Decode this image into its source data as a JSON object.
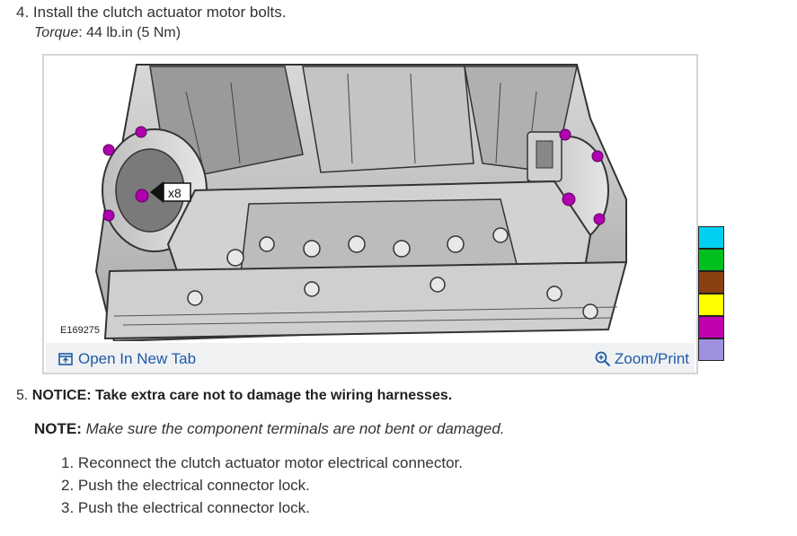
{
  "step4": {
    "number": "4.",
    "text": "Install the clutch actuator motor bolts.",
    "torque_label": "Torque",
    "torque_value": ": 44 lb.in (5 Nm)"
  },
  "figure": {
    "code": "E169275",
    "callout": "x8",
    "open_tab_label": "Open In New Tab",
    "zoom_label": "Zoom/Print"
  },
  "swatches": [
    "#00d0f0",
    "#00c020",
    "#8b4010",
    "#ffff00",
    "#c000b0",
    "#a090e0"
  ],
  "step5": {
    "number": "5.",
    "notice": "NOTICE: Take extra care not to damage the wiring harnesses."
  },
  "note": {
    "label": "NOTE:",
    "text": "Make sure the component terminals are not bent or damaged."
  },
  "substeps": [
    {
      "number": "1.",
      "text": "Reconnect the clutch actuator motor electrical connector."
    },
    {
      "number": "2.",
      "text": "Push the electrical connector lock."
    },
    {
      "number": "3.",
      "text": "Push the electrical connector lock."
    }
  ]
}
